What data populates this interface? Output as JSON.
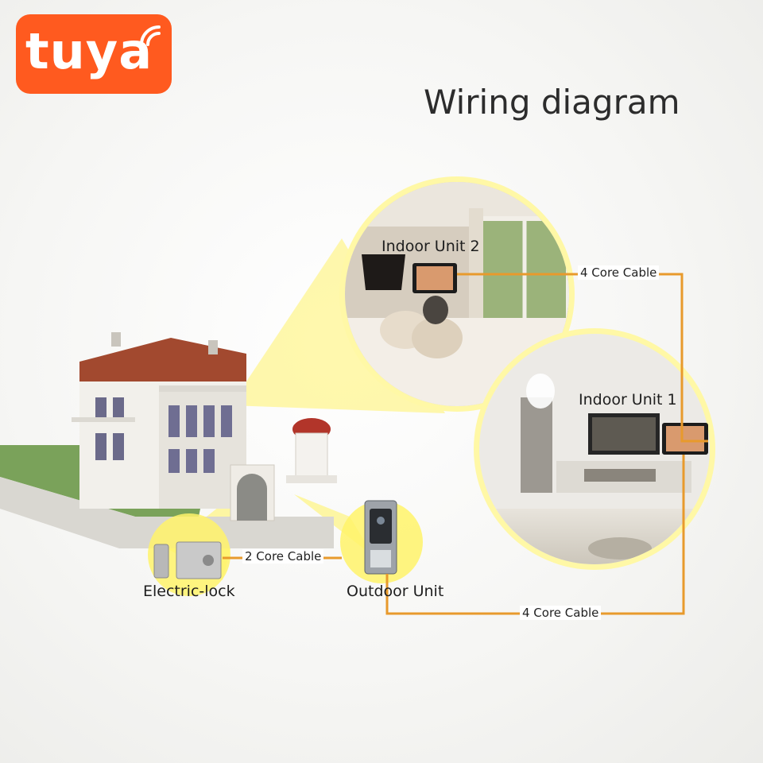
{
  "brand": {
    "logo_text": "tuya",
    "color": "#ff5a1f"
  },
  "title": "Wiring diagram",
  "colors": {
    "cable": "#e89a2c",
    "highlight": "#fff59a"
  },
  "devices": {
    "indoor_unit_2": "Indoor Unit 2",
    "indoor_unit_1": "Indoor Unit 1",
    "outdoor_unit": "Outdoor Unit",
    "electric_lock": "Electric-lock"
  },
  "cables": {
    "indoor2_to_indoor1": "4 Core Cable",
    "lock_to_outdoor": "2 Core Cable",
    "outdoor_to_indoor1": "4 Core Cable"
  }
}
